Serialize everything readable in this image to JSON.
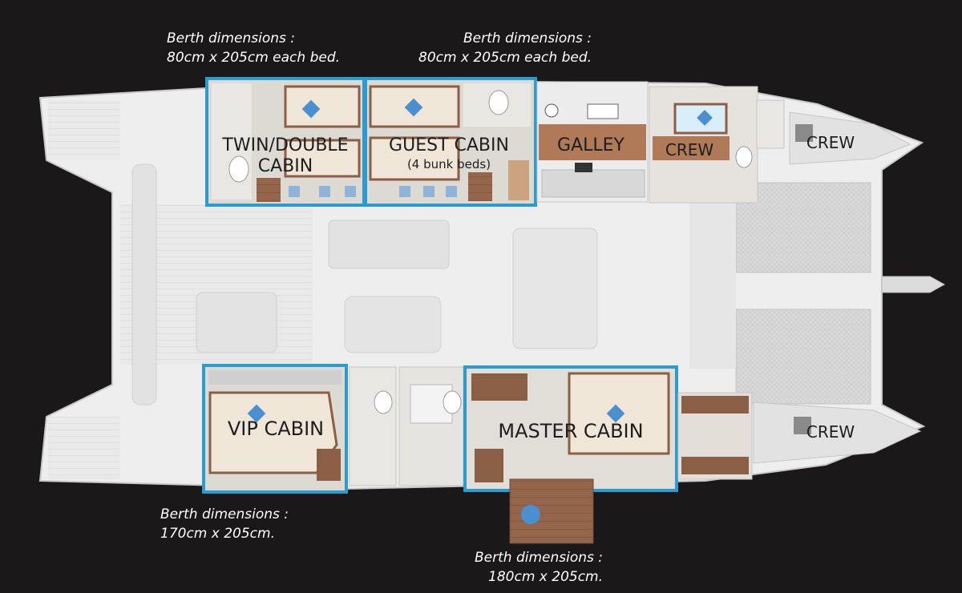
{
  "notes": {
    "twin_cabin": {
      "line1": "Berth dimensions :",
      "line2": "80cm x 205cm each bed."
    },
    "guest_cabin": {
      "line1": "Berth dimensions :",
      "line2": "80cm x 205cm each bed."
    },
    "vip_cabin": {
      "line1": "Berth dimensions :",
      "line2": "170cm x 205cm."
    },
    "master_cabin": {
      "line1": "Berth dimensions :",
      "line2": "180cm x 205cm."
    }
  },
  "rooms": {
    "twin_cabin": {
      "line1": "TWIN/DOUBLE",
      "line2": "CABIN"
    },
    "guest_cabin": {
      "line1": "GUEST CABIN",
      "line2": "(4 bunk beds)"
    },
    "galley": "GALLEY",
    "crew_mid": "CREW",
    "crew_top_bow": "CREW",
    "crew_bottom_bow": "CREW",
    "vip_cabin": "VIP CABIN",
    "master_cabin": "MASTER CABIN"
  },
  "colors": {
    "background": "#1a1819",
    "highlight": "#2b9bd0",
    "wood": "#8b5e46",
    "bedding": "#f0e6d8",
    "pillow": "#4a8fd0",
    "deck": "#e4e4e4"
  }
}
